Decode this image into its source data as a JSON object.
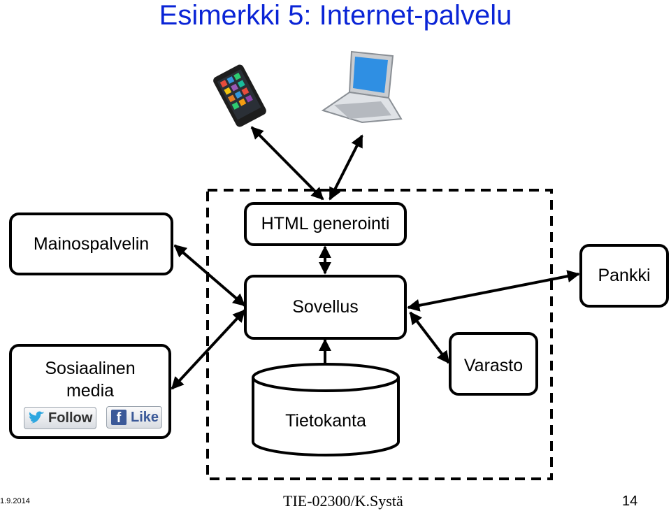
{
  "title": "Esimerkki 5: Internet-palvelu",
  "nodes": {
    "html_generointi": "HTML generointi",
    "sovellus": "Sovellus",
    "tietokanta": "Tietokanta",
    "mainospalvelin": "Mainospalvelin",
    "sosiaalinen_media_line1": "Sosiaalinen",
    "sosiaalinen_media_line2": "media",
    "pankki": "Pankki",
    "varasto": "Varasto"
  },
  "social_buttons": {
    "follow": "Follow",
    "like": "Like"
  },
  "footer": {
    "date": "1.9.2014",
    "course": "TIE-02300/K.Systä",
    "page": "14"
  },
  "colors": {
    "title": "#0a24d6",
    "twitter": "#2ea7e0",
    "facebook": "#3b5998"
  }
}
